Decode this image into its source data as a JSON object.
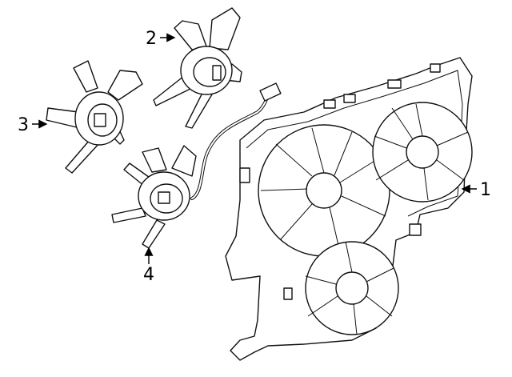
{
  "callouts": [
    {
      "label": "1",
      "part": "fan-shroud"
    },
    {
      "label": "2",
      "part": "fan-blade-upper"
    },
    {
      "label": "3",
      "part": "fan-blade-left"
    },
    {
      "label": "4",
      "part": "fan-motor-with-harness"
    }
  ],
  "colors": {
    "line": "#111111",
    "background": "#ffffff"
  }
}
